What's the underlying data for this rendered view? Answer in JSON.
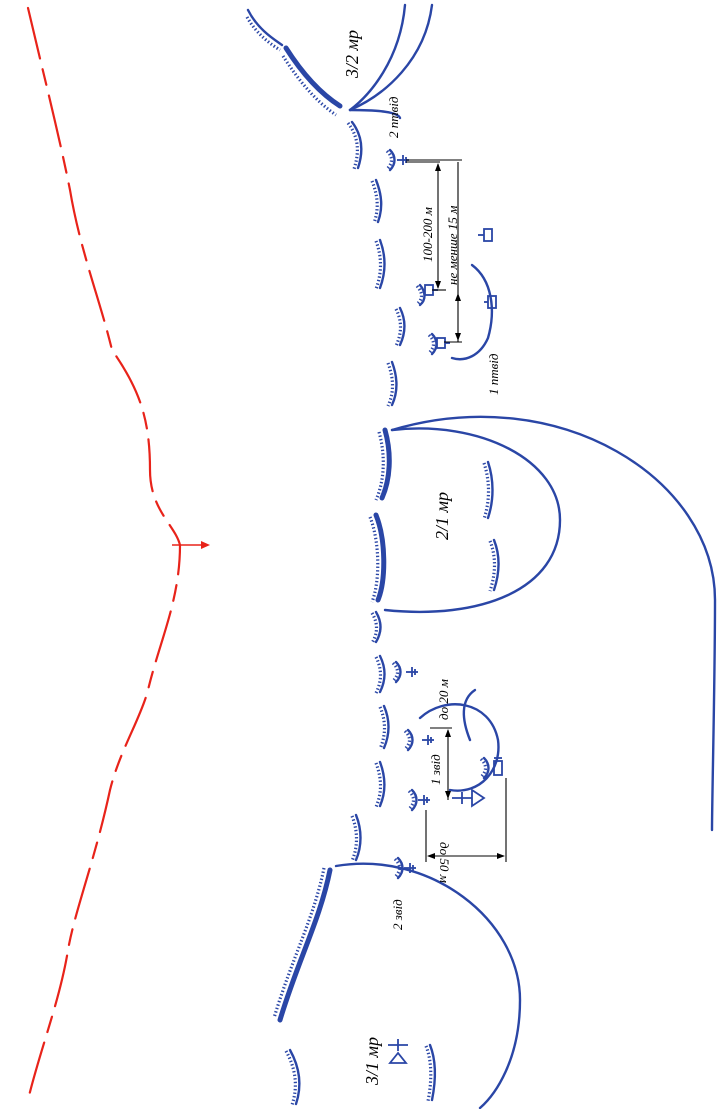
{
  "colors": {
    "friendly": "#2a46a6",
    "enemy": "#e8231a",
    "annotation": "#000000"
  },
  "positions": {
    "platoon_3_2": "3/2 мр",
    "platoon_2_1": "2/1 мр",
    "platoon_3_1": "3/1 мр"
  },
  "squads": {
    "antitank_2": "2 птвід",
    "antitank_1": "1 птвід",
    "squad_1": "1 звід",
    "squad_2": "2 звід"
  },
  "distances": {
    "range_100_200": "100-200 м",
    "not_less_15": "не менше 15 м",
    "up_to_20": "до 20 м",
    "up_to_50": "до 50 м"
  },
  "icons": [
    "soldier-icon",
    "antitank-gun-icon",
    "vehicle-icon",
    "commander-flag-icon",
    "direction-arrow-icon"
  ]
}
